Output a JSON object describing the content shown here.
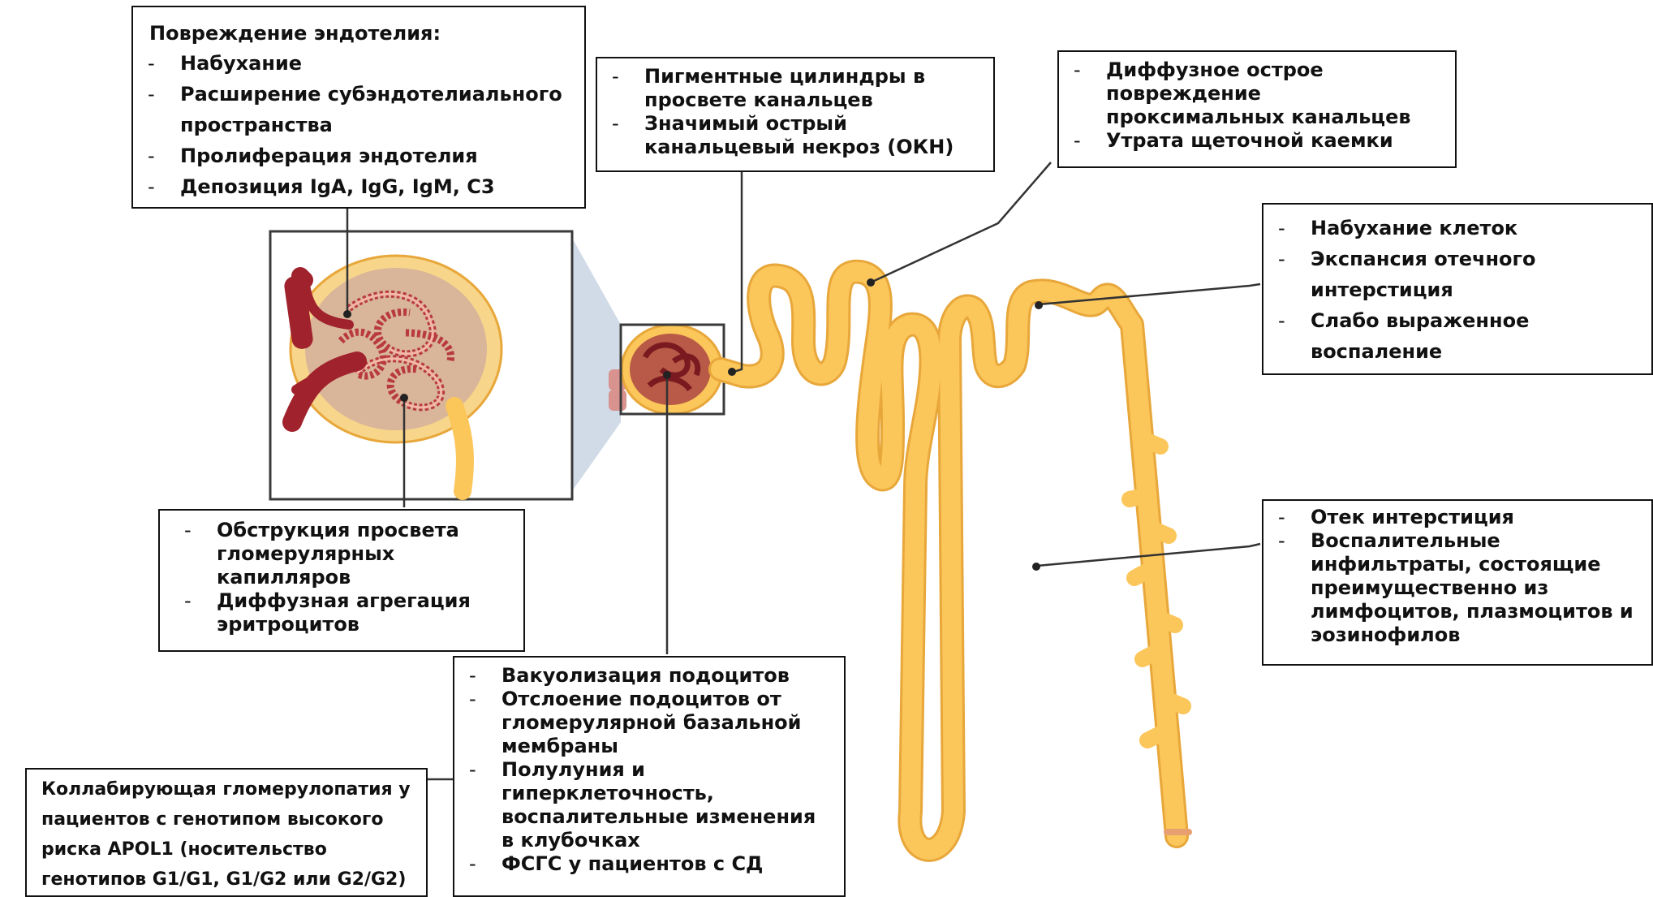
{
  "colors": {
    "tubule": "#FBC65A",
    "tubule_edge": "#E8A73A",
    "vessel": "#A0222C",
    "vessel_light": "#F4B7A8",
    "capsule_fill": "#F7D58A",
    "capsule_inner": "#D9B59A",
    "frame": "#3A3A3A",
    "wedge": "#C9D3E3"
  },
  "boxes": {
    "endothelium": {
      "heading": "Повреждение эндотелия:",
      "items": [
        "Набухание",
        "Расширение субэндотелиального пространства",
        "Пролиферация эндотелия",
        "Депозиция IgA, IgG, IgM, C3"
      ]
    },
    "glomerular_lumen": {
      "items": [
        "Обструкция просвета гломерулярных капилляров",
        "Диффузная агрегация эритроцитов"
      ]
    },
    "pigment": {
      "items": [
        "Пигментные цилиндры в просвете канальцев",
        "Значимый острый канальцевый некроз (ОКН)"
      ]
    },
    "proximal": {
      "items": [
        "Диффузное острое повреждение проксимальных канальцев",
        "Утрата щеточной каемки"
      ]
    },
    "cells": {
      "items": [
        "Набухание клеток",
        "Экспансия отечного интерстиция",
        "Слабо выраженное воспаление"
      ]
    },
    "interstitium": {
      "items": [
        "Отек интерстиция",
        "Воспалительные инфильтраты, состоящие преимущественно из лимфоцитов, плазмоцитов и эозинофилов"
      ]
    },
    "podocytes": {
      "items": [
        "Вакуолизация подоцитов",
        "Отслоение подоцитов от гломерулярной базальной мембраны",
        "Полулуния и гиперклеточность, воспалительные изменения в клубочках",
        "ФСГС у пациентов с СД"
      ]
    },
    "apol1": {
      "text": "Коллабирующая гломерулопатия у пациентов с генотипом высокого риска APOL1 (носительство генотипов G1/G1, G1/G2 или G2/G2)"
    }
  }
}
